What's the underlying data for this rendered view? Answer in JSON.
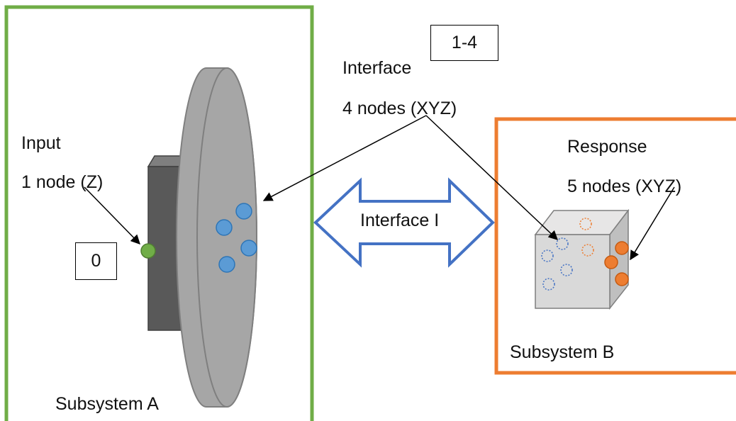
{
  "subsystem_a": {
    "label": "Subsystem A",
    "border_color": "#70ad47",
    "input_title": "Input",
    "input_nodes": "1 node (Z)",
    "input_box_label": "0"
  },
  "subsystem_b": {
    "label": "Subsystem B",
    "border_color": "#ed7d31",
    "response_title": "Response",
    "response_nodes": "5 nodes (XYZ)"
  },
  "interface": {
    "title": "Interface",
    "nodes": "4 nodes (XYZ)",
    "box_label": "1-4",
    "arrow_label": "Interface I",
    "arrow_color": "#4472c4"
  },
  "colors": {
    "input_node": "#70ad47",
    "interface_node": "#5b9bd5",
    "response_node": "#ed7d31",
    "disc": "#a6a6a6",
    "hub": "#595959",
    "cube": "#d9d9d9"
  }
}
